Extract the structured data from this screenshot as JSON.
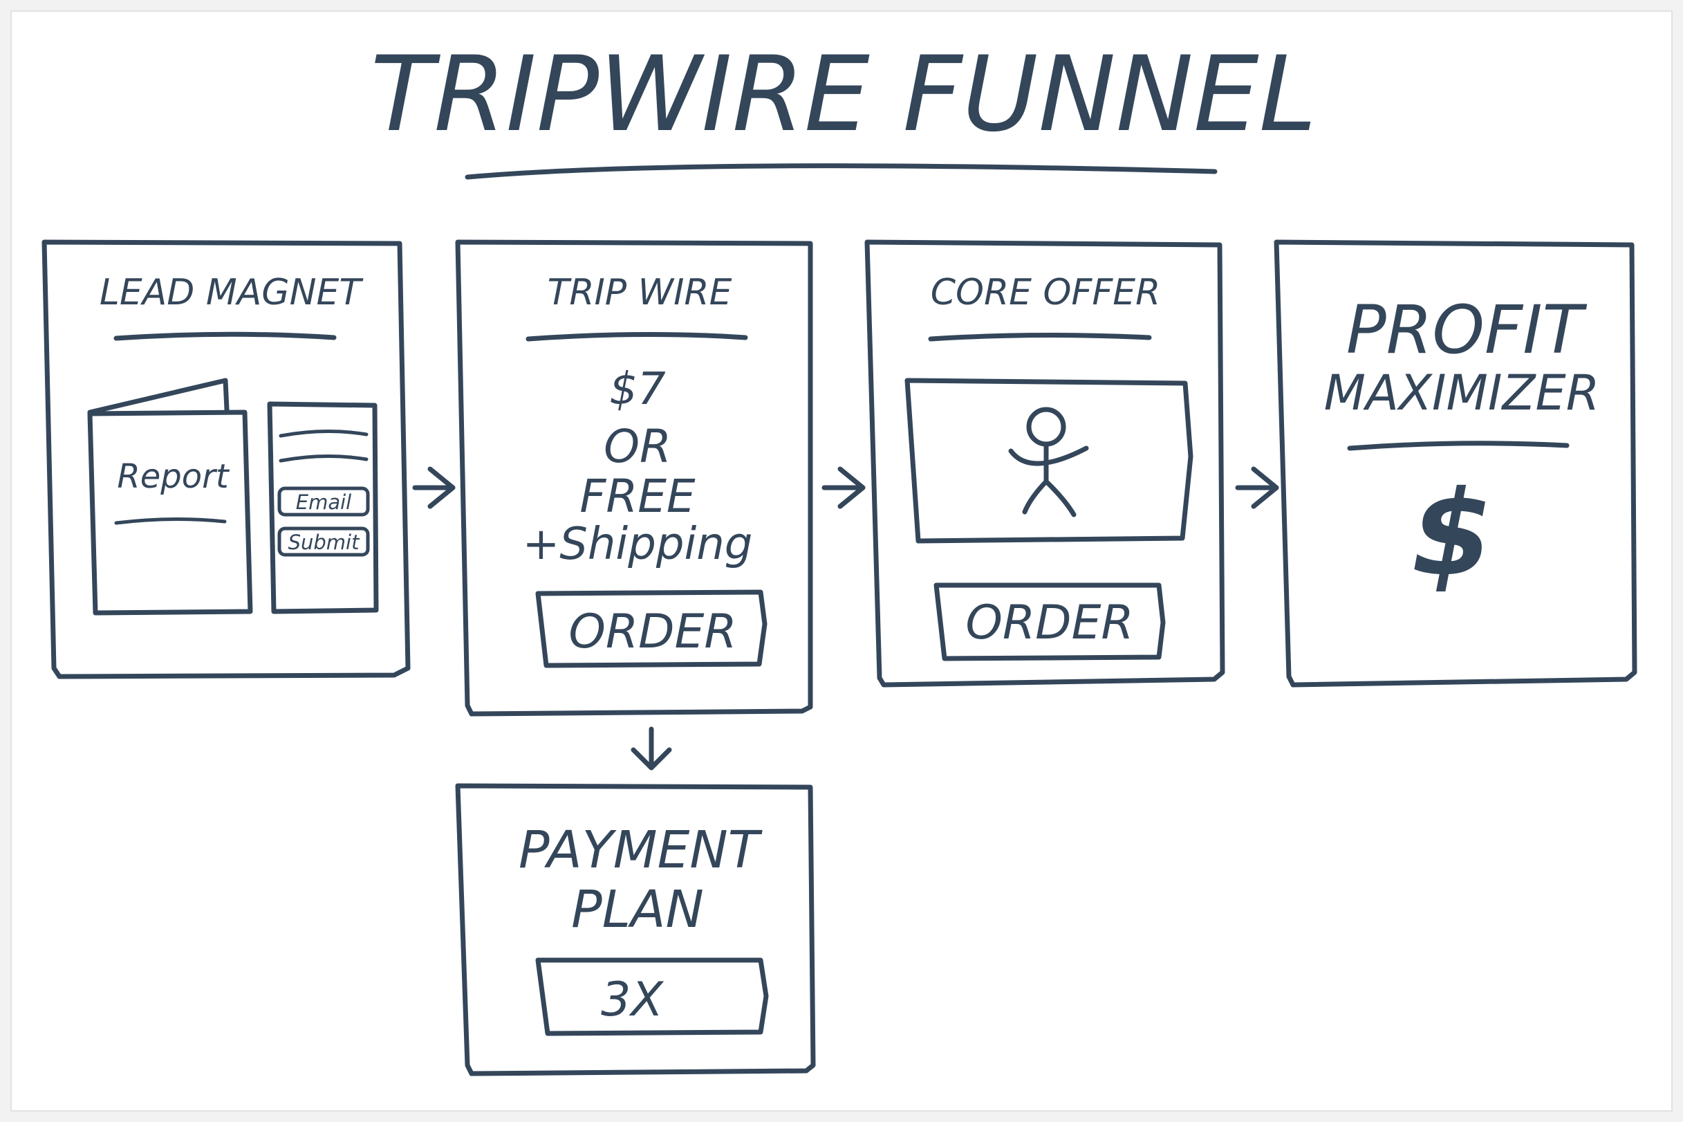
{
  "title": "TRIPWIRE FUNNEL",
  "colors": {
    "ink": "#34465a",
    "paper": "#ffffff",
    "background": "#f2f2f2"
  },
  "lead_magnet": {
    "heading": "LEAD MAGNET",
    "report_label": "Report",
    "email_label": "Email",
    "submit_label": "Submit"
  },
  "trip_wire": {
    "heading": "TRIP WIRE",
    "price": "$7",
    "or": "OR",
    "free": "FREE",
    "shipping": "+Shipping",
    "order_label": "ORDER"
  },
  "core_offer": {
    "heading": "CORE OFFER",
    "video_icon": "stick-figure-icon",
    "order_label": "ORDER"
  },
  "profit_maximizer": {
    "heading_line1": "PROFIT",
    "heading_line2": "MAXIMIZER",
    "symbol": "$"
  },
  "payment_plan": {
    "heading_line1": "PAYMENT",
    "heading_line2": "PLAN",
    "button_label": "3X"
  }
}
